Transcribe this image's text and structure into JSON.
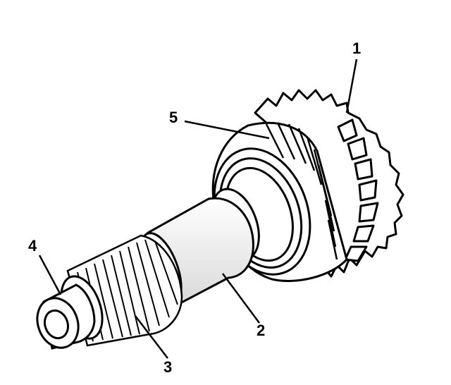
{
  "callouts": [
    {
      "id": "1",
      "text": "1"
    },
    {
      "id": "2",
      "text": "2"
    },
    {
      "id": "3",
      "text": "3"
    },
    {
      "id": "4",
      "text": "4"
    },
    {
      "id": "5",
      "text": "5"
    }
  ],
  "colors": {
    "ink": "#000000",
    "paper": "#ffffff",
    "shade": "#d9d9d9"
  }
}
